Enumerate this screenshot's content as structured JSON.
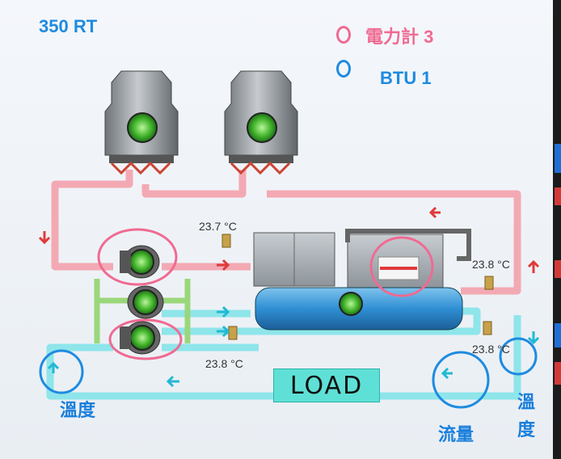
{
  "header": {
    "capacity": "350 RT"
  },
  "legend": [
    {
      "label": "電力計 3",
      "color": "#f06a92"
    },
    {
      "label": "BTU 1",
      "color": "#1e8be0"
    }
  ],
  "temperatures": {
    "condenser_supply": "23.7 °C",
    "condenser_return": "23.8 °C",
    "chilled_supply": "23.8 °C",
    "chilled_return": "23.8 °C"
  },
  "load_label": "LOAD",
  "annotations": {
    "temp_left": "溫度",
    "flow": "流量",
    "temp_right_1": "溫",
    "temp_right_2": "度"
  },
  "colors": {
    "condenser_pipe": "#f3a9b3",
    "chilled_pipe": "#8ee5ea",
    "pump_green": "#9ad77a",
    "power_marker": "#f06a92",
    "btu_marker": "#1e8be0"
  }
}
